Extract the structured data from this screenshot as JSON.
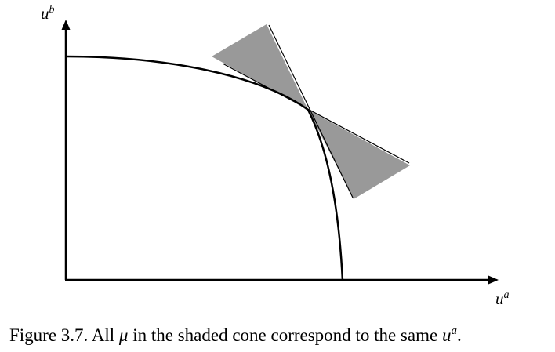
{
  "axes": {
    "x_label": {
      "base": "u",
      "superscript": "a"
    },
    "y_label": {
      "base": "u",
      "superscript": "b"
    }
  },
  "caption": {
    "prefix": "Figure 3.7.  All ",
    "symbol": "μ",
    "middle": " in the shaded cone correspond to the same ",
    "end_base": "u",
    "end_superscript": "a",
    "end_punct": "."
  },
  "colors": {
    "ink": "#000000",
    "cone_fill": "#999999",
    "background": "#ffffff"
  }
}
